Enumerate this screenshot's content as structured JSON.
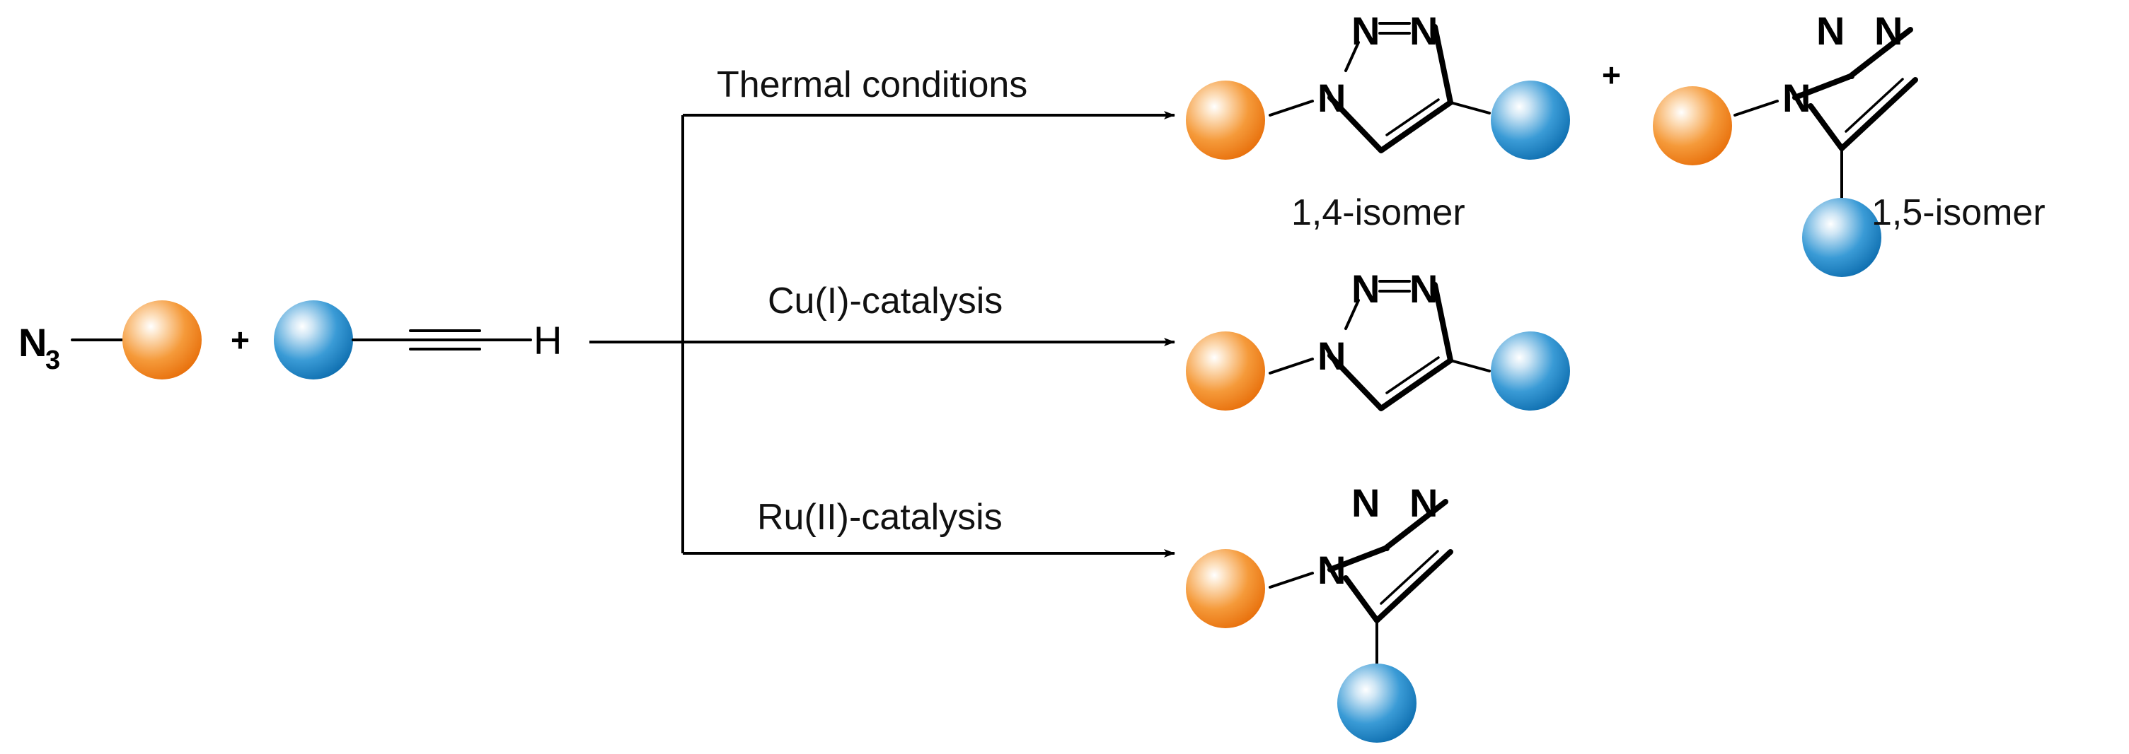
{
  "reactants": {
    "azide_label": "N",
    "azide_subscript": "3",
    "plus": "+",
    "alkyne_h": "H"
  },
  "conditions": [
    {
      "label": "Thermal conditions"
    },
    {
      "label": "Cu(I)-catalysis"
    },
    {
      "label": "Ru(II)-catalysis"
    }
  ],
  "products": {
    "isomer_14_label": "1,4-isomer",
    "isomer_15_label": "1,5-isomer",
    "plus": "+"
  },
  "triazole_atoms": {
    "n1": "N",
    "n2": "N",
    "n3": "N"
  },
  "colors": {
    "azide_sphere": "#f28a1e",
    "alkyne_sphere": "#1a86c8",
    "bond": "#000000"
  }
}
